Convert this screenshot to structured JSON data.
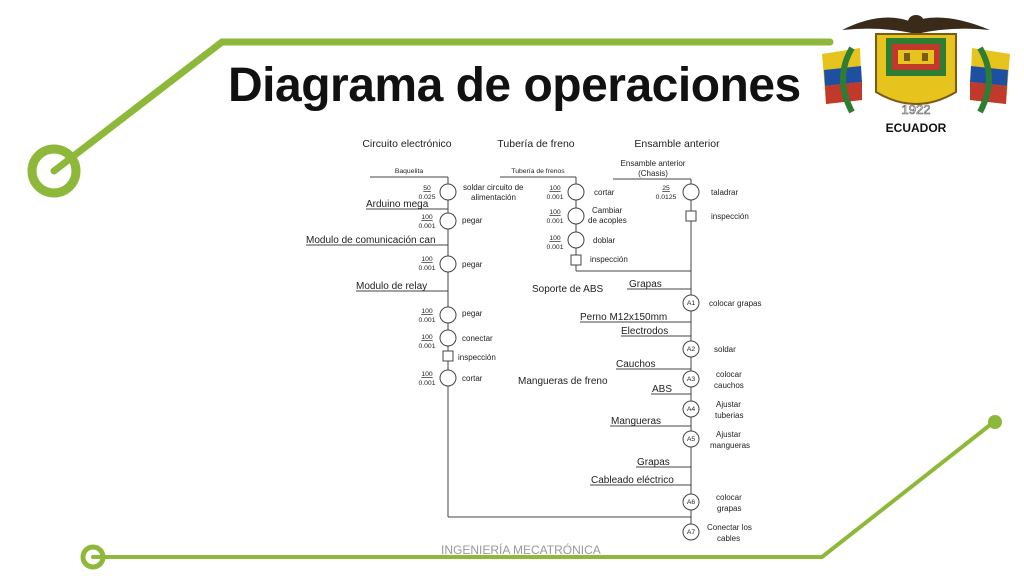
{
  "slide": {
    "title": "Diagrama de operaciones",
    "footer": "INGENIERÍA MECATRÓNICA",
    "emblem": {
      "icon": "ecuador-coat-of-arms-icon",
      "year": "1922",
      "label": "ECUADOR"
    },
    "colors": {
      "accent_green": "#8db83a",
      "emblem_red": "#c0392b",
      "emblem_yellow": "#e7c31e",
      "emblem_green": "#2e7d32"
    }
  },
  "diagram": {
    "headers": [
      "Circuito electrónico",
      "Tubería de freno",
      "Ensamble anterior"
    ],
    "feeds": {
      "baquelita": "Baquelita",
      "tuberia_frenos": "Tubería de frenos",
      "ensamble_chasis_1": "Ensamble anterior",
      "ensamble_chasis_2": "(Chasis)"
    },
    "circuit_ops": [
      {
        "num": "50",
        "den": "0.025",
        "label": "soldar circuito de",
        "label2": "alimentación"
      },
      {
        "num": "100",
        "den": "0.001",
        "label": "pegar"
      },
      {
        "num": "100",
        "den": "0.001",
        "label": "pegar"
      },
      {
        "num": "100",
        "den": "0.001",
        "label": "pegar"
      },
      {
        "num": "100",
        "den": "0.001",
        "label": "conectar"
      },
      {
        "num": "100",
        "den": "0.001",
        "label": "cortar"
      }
    ],
    "circuit_inspection": "inspección",
    "circuit_materials": [
      "Arduino mega",
      "Modulo de comunicación can",
      "Modulo de relay"
    ],
    "tube_ops": [
      {
        "num": "100",
        "den": "0.001",
        "label": "cortar"
      },
      {
        "num": "100",
        "den": "0.001",
        "label": "Cambiar",
        "label2": "de acoples"
      },
      {
        "num": "100",
        "den": "0.001",
        "label": "doblar"
      }
    ],
    "tube_inspection": "inspección",
    "chassis_op": {
      "num": "25",
      "den": "0.0125",
      "label": "taladrar"
    },
    "chassis_inspection": "inspección",
    "assembly_materials": [
      "Grapas",
      "Soporte de ABS",
      "Perno M12x150mm",
      "Electrodos",
      "Cauchos",
      "Mangueras de freno",
      "ABS",
      "Mangueras",
      "Grapas",
      "Cableado eléctrico"
    ],
    "assembly_ops": [
      {
        "id": "A1",
        "label": "colocar grapas"
      },
      {
        "id": "A2",
        "label": "soldar"
      },
      {
        "id": "A3",
        "label": "colocar",
        "label2": "cauchos"
      },
      {
        "id": "A4",
        "label": "Ajustar",
        "label2": "tuberias"
      },
      {
        "id": "A5",
        "label": "Ajustar",
        "label2": "mangueras"
      },
      {
        "id": "A6",
        "label": "colocar",
        "label2": "grapas"
      },
      {
        "id": "A7",
        "label": "Conectar los",
        "label2": "cables"
      }
    ]
  }
}
